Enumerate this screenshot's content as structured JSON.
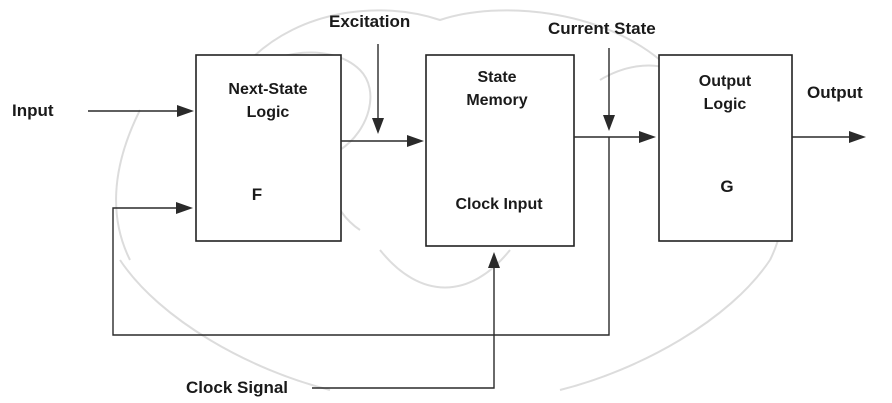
{
  "blocks": {
    "next_state_logic": {
      "title_line1": "Next-State",
      "title_line2": "Logic",
      "function": "F"
    },
    "state_memory": {
      "title_line1": "State",
      "title_line2": "Memory",
      "sub": "Clock Input"
    },
    "output_logic": {
      "title_line1": "Output",
      "title_line2": "Logic",
      "function": "G"
    }
  },
  "signals": {
    "input": "Input",
    "excitation": "Excitation",
    "current_state": "Current State",
    "output": "Output",
    "clock_signal": "Clock Signal"
  },
  "colors": {
    "ink": "#1a1a1a",
    "line": "#2a2a2a",
    "watermark": "#d9d9d9"
  }
}
